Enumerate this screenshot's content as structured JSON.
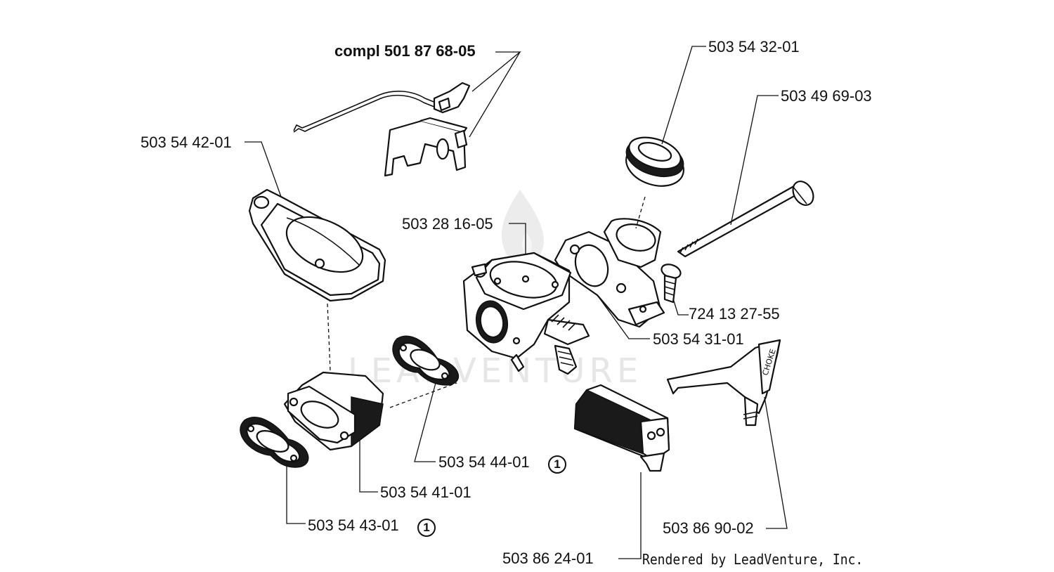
{
  "diagram": {
    "assembly_label": "compl 501 87 68-05",
    "labels": [
      {
        "id": "wire-lever",
        "text": "503 54 32-01"
      },
      {
        "id": "bolt",
        "text": "503 49 69-03"
      },
      {
        "id": "bracket",
        "text": "503 54 42-01"
      },
      {
        "id": "carburetor",
        "text": "503 28 16-05"
      },
      {
        "id": "screw",
        "text": "724 13 27-55"
      },
      {
        "id": "intake-flange",
        "text": "503 54 31-01"
      },
      {
        "id": "gasket-upper",
        "text": "503 54 44-01"
      },
      {
        "id": "spacer",
        "text": "503 54 41-01"
      },
      {
        "id": "gasket-lower",
        "text": "503 54 43-01"
      },
      {
        "id": "choke-lever",
        "text": "503 86 90-02"
      },
      {
        "id": "filter-block",
        "text": "503 86 24-01"
      }
    ],
    "reference_markers": [
      "1",
      "1"
    ],
    "choke_text": "CHOKE",
    "credit": "Rendered by LeadVenture, Inc.",
    "watermark": "LEADVENTURE"
  }
}
